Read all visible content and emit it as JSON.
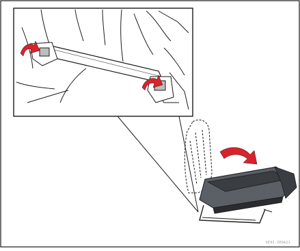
{
  "figure": {
    "code": "SE9I-ZEOA21",
    "colors": {
      "outline": "#1a1a1a",
      "arrow": "#d8232a",
      "seat_dark": "#3a3d42",
      "seat_mid": "#5b5f66",
      "frame": "#ffffff"
    },
    "icons": {
      "release_arrows": "red-curved-arrow",
      "fold_arrow": "red-curved-arrow"
    }
  }
}
